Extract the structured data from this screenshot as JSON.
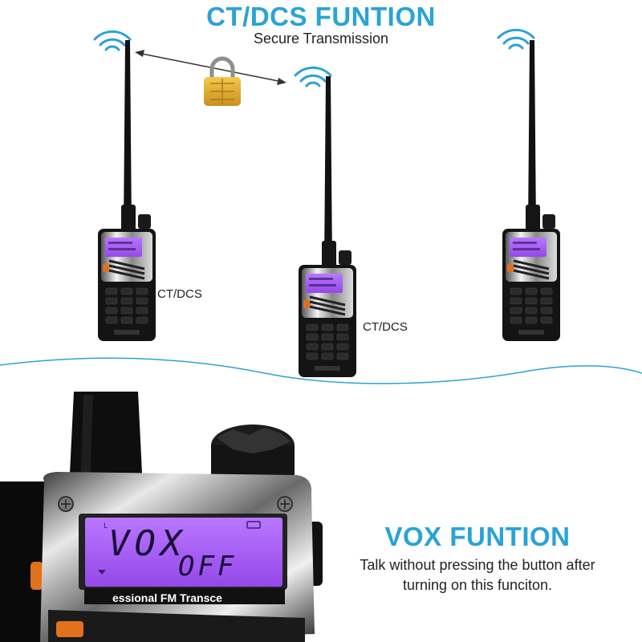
{
  "ctdcs_section": {
    "title": "CT/DCS FUNTION",
    "subtitle": "Secure Transmission",
    "radio_left_label": "CT/DCS",
    "radio_middle_label": "CT/DCS"
  },
  "vox_section": {
    "title": "VOX FUNTION",
    "description_line1": "Talk without pressing the button after",
    "description_line2": "turning on this funciton."
  },
  "radio_display": {
    "line1": "VOX",
    "line2": "OFF",
    "bezel_text": "essional FM Transce"
  },
  "colors": {
    "accent": "#2aa3d6",
    "lcd": "#a35cf2",
    "lock": "#e9b33a"
  },
  "icons": [
    "wifi-signal-icon",
    "padlock-icon",
    "double-arrow-icon"
  ]
}
